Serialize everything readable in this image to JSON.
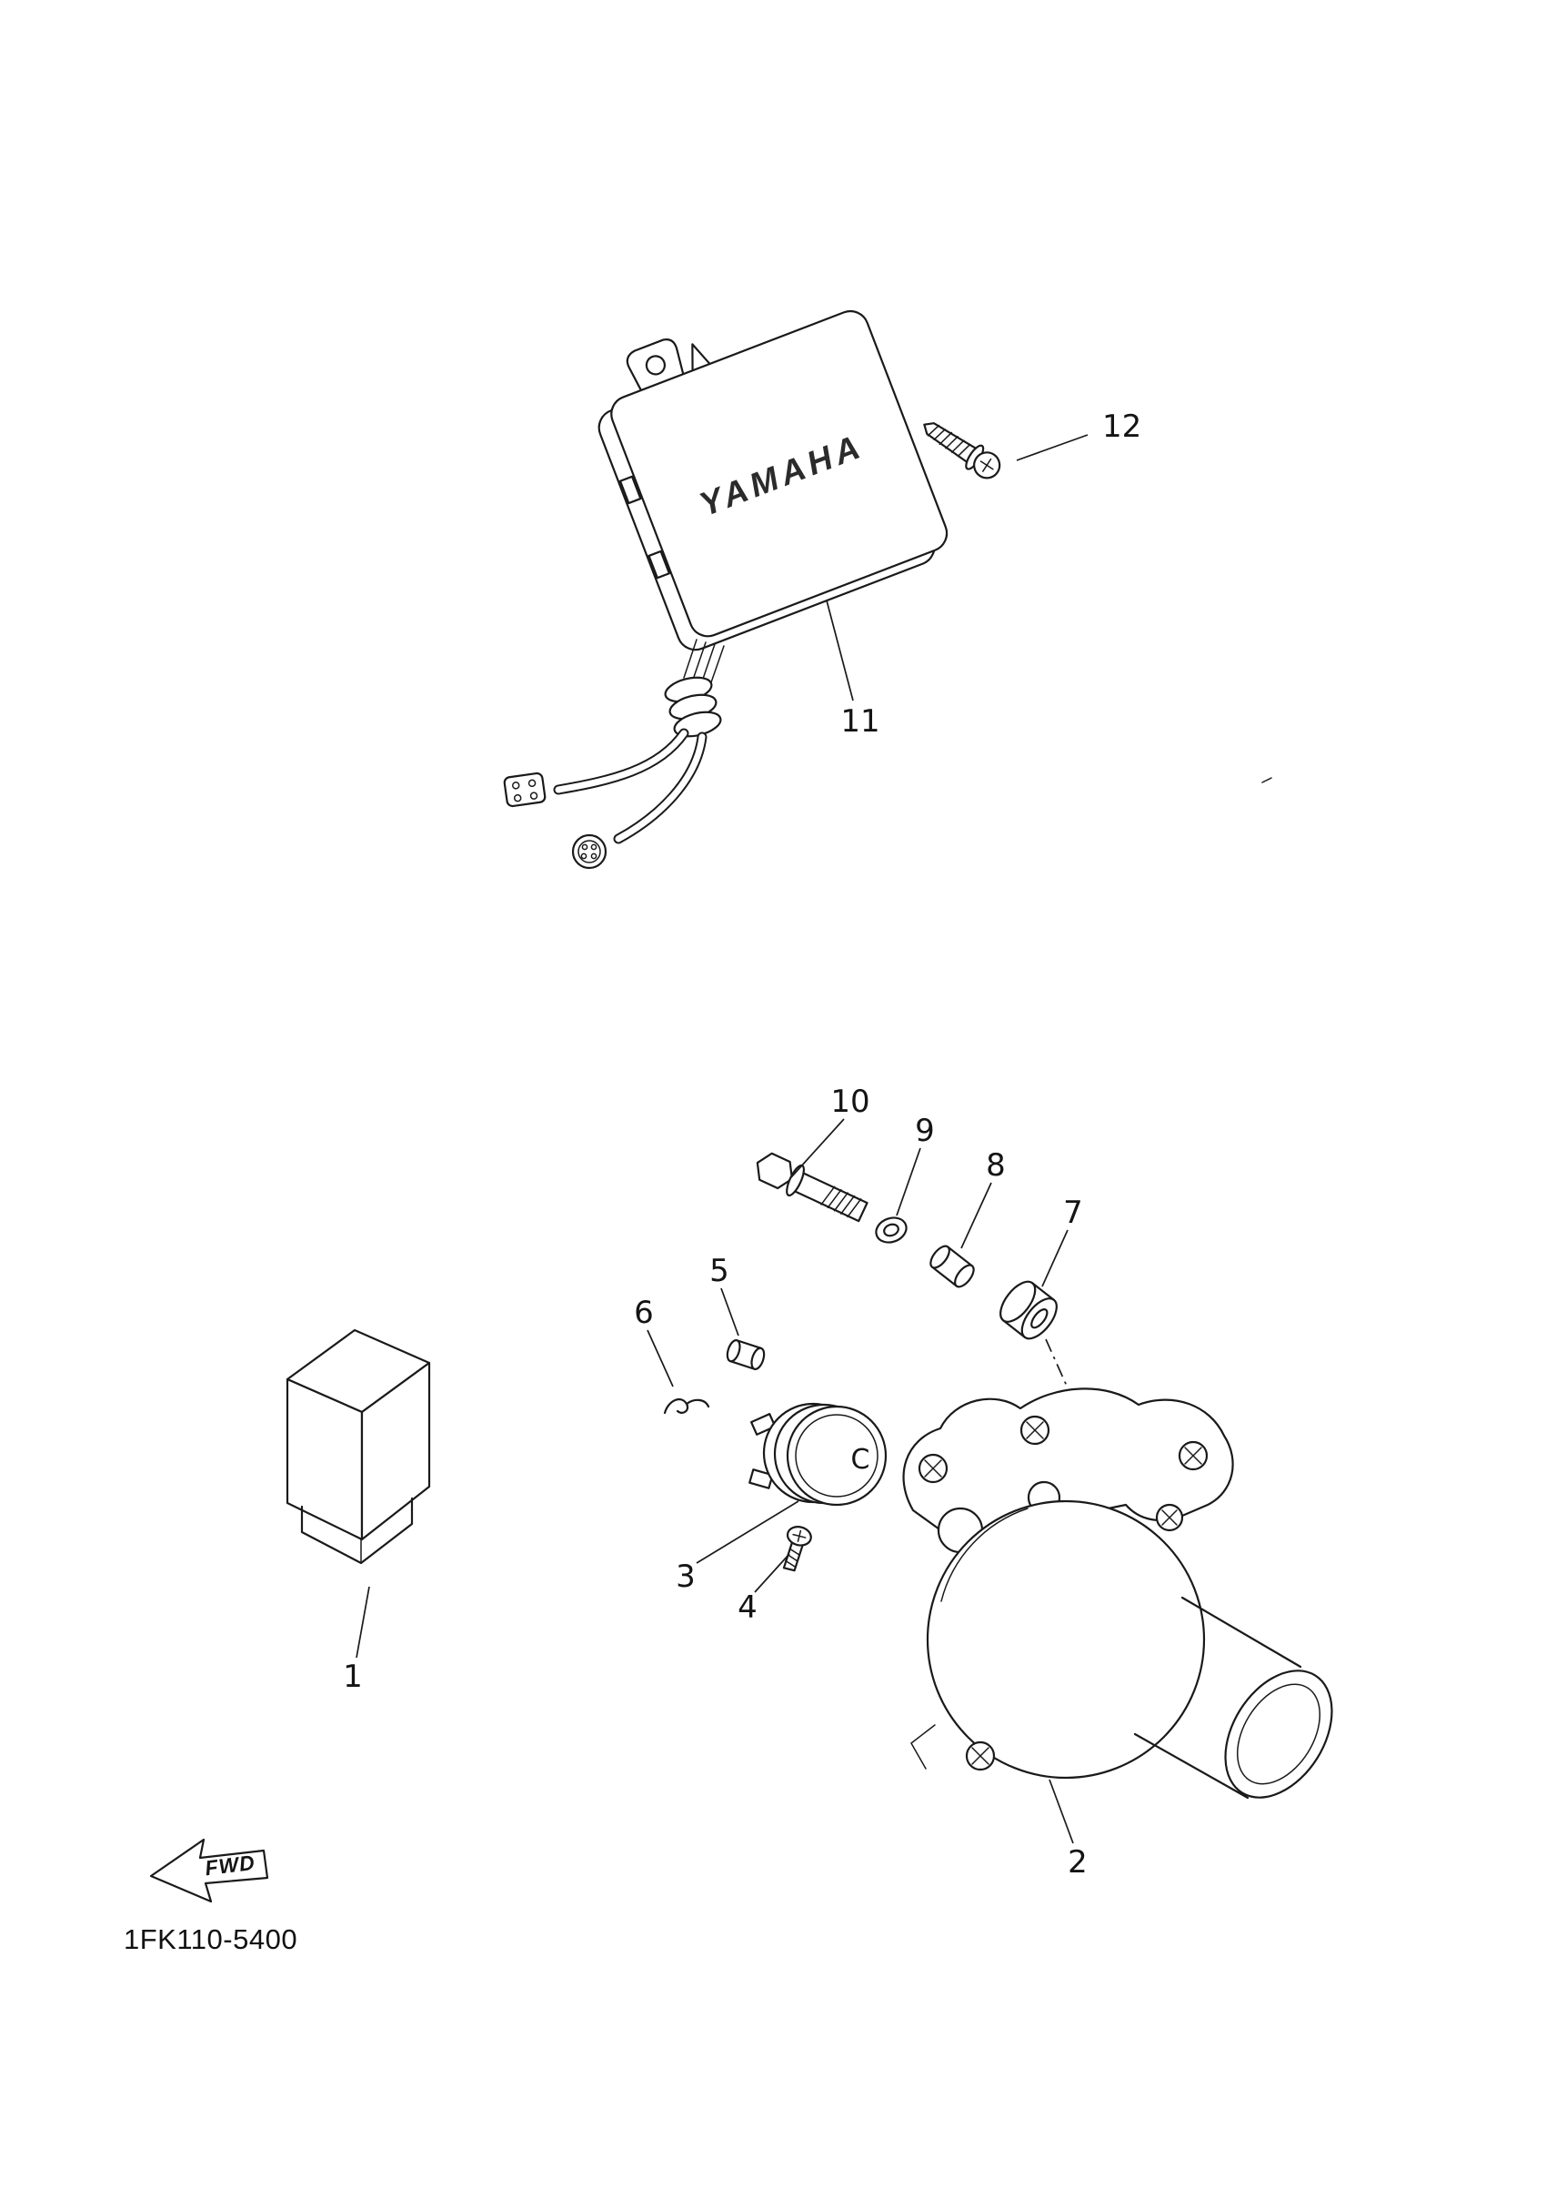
{
  "diagram": {
    "code": "1FK110-5400",
    "brand_text": "YAMAHA",
    "fwd_label": "FWD",
    "detail_letter": "C",
    "callouts": {
      "c1": "1",
      "c2": "2",
      "c3": "3",
      "c4": "4",
      "c5": "5",
      "c6": "6",
      "c7": "7",
      "c8": "8",
      "c9": "9",
      "c10": "10",
      "c11": "11",
      "c12": "12"
    },
    "colors": {
      "line": "#1a1a1a",
      "background": "#ffffff"
    }
  }
}
